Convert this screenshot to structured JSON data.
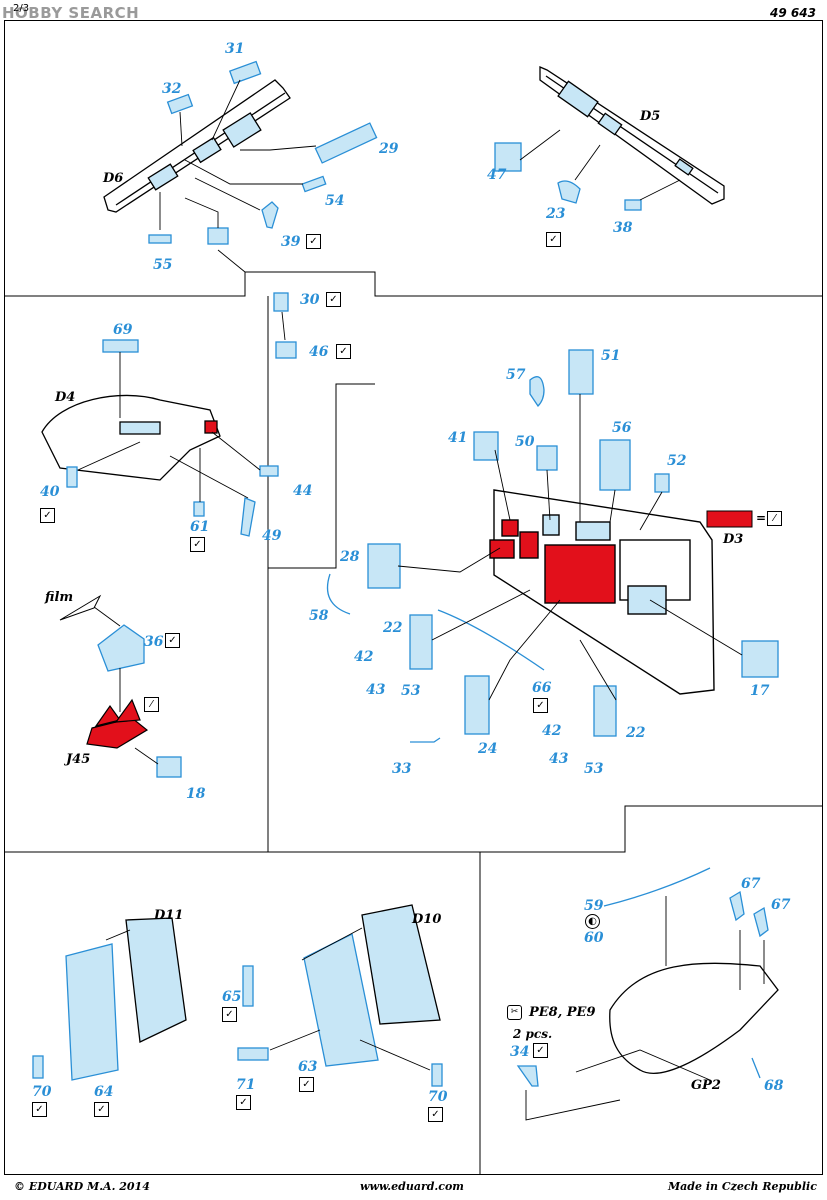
{
  "watermark": "HOBBY SEARCH",
  "page": "2/3",
  "product_code": "49 643",
  "footer": {
    "copyright": "© EDUARD  M.A. 2014",
    "website": "www.eduard.com",
    "origin": "Made in Czech Republic"
  },
  "colors": {
    "photo_etch": "#2a8fd6",
    "etch_fill": "#c7e6f6",
    "paint_red": "#e2101b",
    "line": "#000000"
  },
  "icons": {
    "bend": "check-mark-icon",
    "paint": "paint-brush-icon",
    "remove": "cut-icon"
  },
  "refs": {
    "D6": "D6",
    "D5": "D5",
    "D4": "D4",
    "D3": "D3",
    "film": "film",
    "J45": "J45",
    "D11": "D11",
    "D10": "D10",
    "GP2": "GP2",
    "pe": "PE8, PE9",
    "pcs": "2 pcs."
  },
  "parts": {
    "p31": "31",
    "p32": "32",
    "p29": "29",
    "p54": "54",
    "p39": "39",
    "p55": "55",
    "p30": "30",
    "p46": "46",
    "p47": "47",
    "p23": "23",
    "p38": "38",
    "p69": "69",
    "p44": "44",
    "p40": "40",
    "p61": "61",
    "p49": "49",
    "p36": "36",
    "p18": "18",
    "p57": "57",
    "p51": "51",
    "p41": "41",
    "p50": "50",
    "p56": "56",
    "p52": "52",
    "p28": "28",
    "p58": "58",
    "p22a": "22",
    "p42a": "42",
    "p43a": "43",
    "p53a": "53",
    "p66": "66",
    "p17": "17",
    "p24": "24",
    "p33": "33",
    "p42b": "42",
    "p22b": "22",
    "p43b": "43",
    "p53b": "53",
    "p65": "65",
    "p70a": "70",
    "p64": "64",
    "p71": "71",
    "p63": "63",
    "p70b": "70",
    "p59": "59",
    "p60": "60",
    "p67a": "67",
    "p67b": "67",
    "p34": "34",
    "p68": "68"
  }
}
